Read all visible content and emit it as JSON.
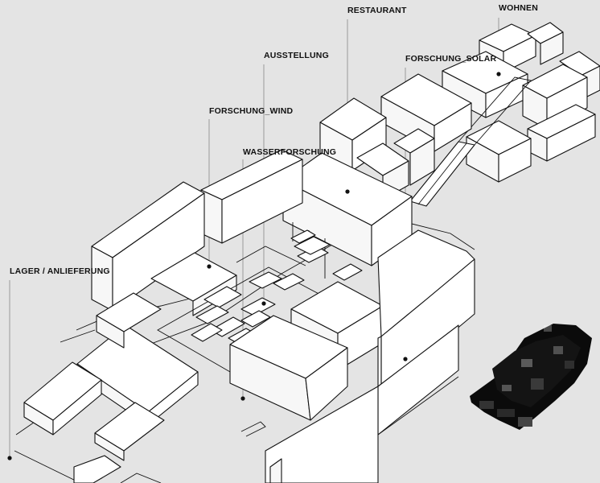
{
  "labels": {
    "restaurant": "RESTAURANT",
    "wohnen": "WOHNEN",
    "ausstellung": "AUSSTELLUNG",
    "forschung_solar": "FORSCHUNG_SOLAR",
    "forschung_wind": "FORSCHUNG_WIND",
    "wasserforschung": "WASSERFORSCHUNG",
    "lager": "LAGER / ANLIEFERUNG"
  },
  "colors": {
    "background": "#e4e4e4",
    "line": "#111111",
    "leader": "#9a9a9a",
    "site_plan": "#0b0b0b"
  }
}
